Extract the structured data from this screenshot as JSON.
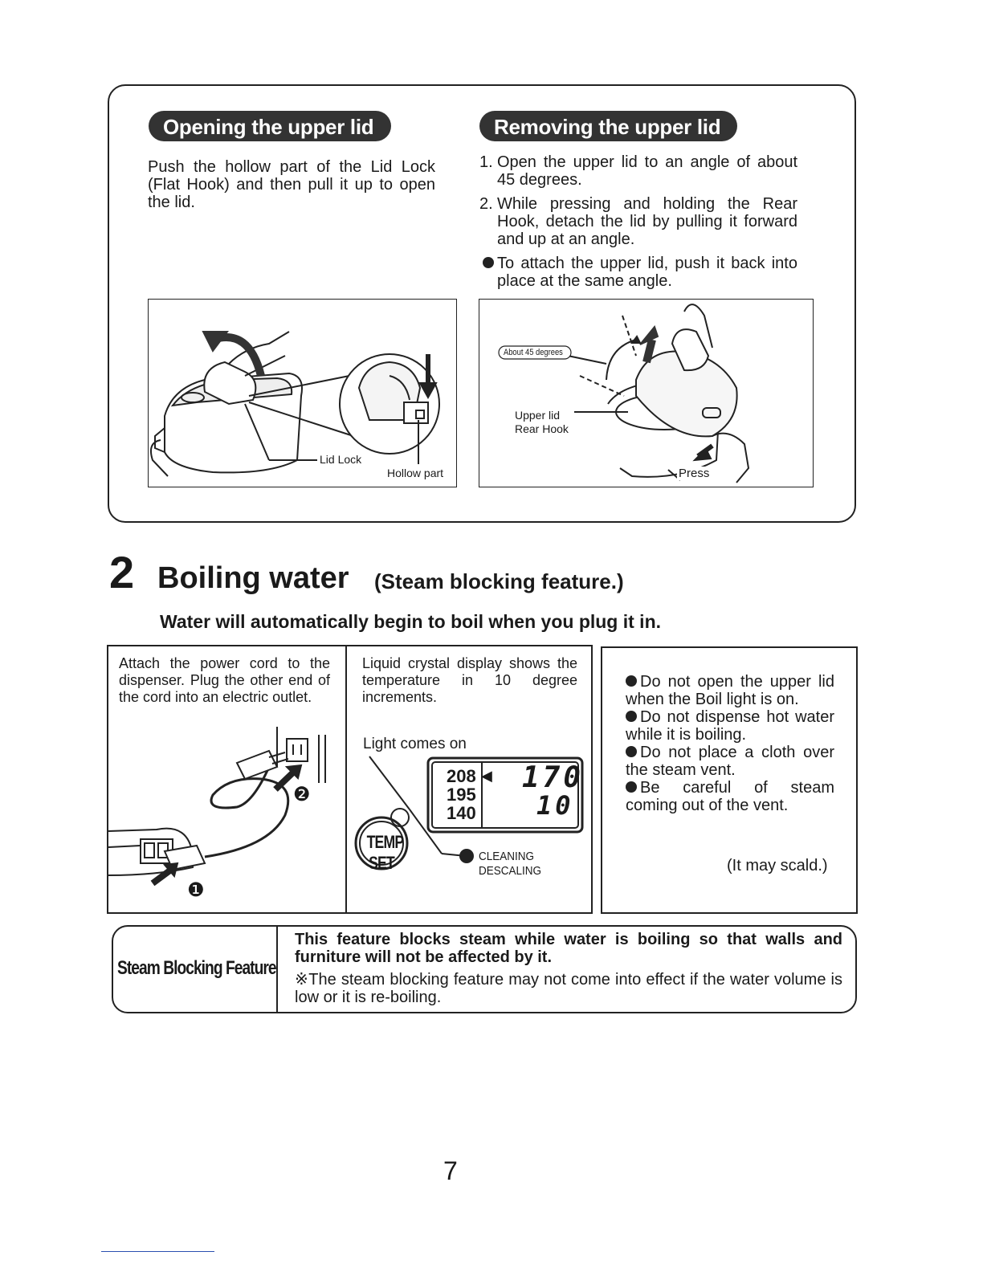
{
  "lid": {
    "opening": {
      "title": "Opening the upper lid",
      "text": "Push the hollow part of the Lid Lock (Flat Hook) and then pull it up to open the lid.",
      "label_lid_lock": "Lid Lock",
      "label_hollow": "Hollow part"
    },
    "removing": {
      "title": "Removing the upper lid",
      "step1_num": "1.",
      "step1": "Open the upper lid to an angle of about 45 degrees.",
      "step2_num": "2.",
      "step2": "While pressing and holding the Rear Hook, detach the lid by pulling it forward and up at an angle.",
      "note": "To attach the upper lid, push it back into place at the same angle.",
      "label_angle": "About 45 degrees",
      "label_upper_lid": "Upper lid",
      "label_rear_hook": "Rear Hook",
      "label_press": "Press"
    }
  },
  "boiling": {
    "number": "2",
    "title": "Boiling water",
    "subtitle": "(Steam blocking feature.)",
    "lead": "Water will automatically begin to boil when you plug it in.",
    "plug_text": "Attach the power cord to the dispenser. Plug the other end of the cord into an electric outlet.",
    "lcd_text": "Liquid crystal display shows the temperature in 10 degree increments.",
    "light_comes_on": "Light comes on",
    "temps": [
      "208",
      "195",
      "140"
    ],
    "lcd_digits_top": "170",
    "lcd_digits_bottom": "10",
    "temp_btn_line1": "TEMP",
    "temp_btn_line2": "SET",
    "cleaning": "CLEANING",
    "descaling": "DESCALING",
    "step_one": "❶",
    "step_two": "❷",
    "warnings": [
      "Do not open the upper lid when the Boil light is on.",
      "Do not dispense hot water while it is boiling.",
      "Do not place a cloth over the steam vent.",
      "Be careful of steam coming out of the vent."
    ],
    "scald": "(It may scald.)"
  },
  "steam_feature": {
    "label": "Steam Blocking Feature",
    "bold": "This feature blocks steam while water is boiling so that walls and furniture will not be affected by it.",
    "note": "※The steam blocking feature may not come into effect if the water volume is low or it is re-boiling."
  },
  "page_number": "7"
}
